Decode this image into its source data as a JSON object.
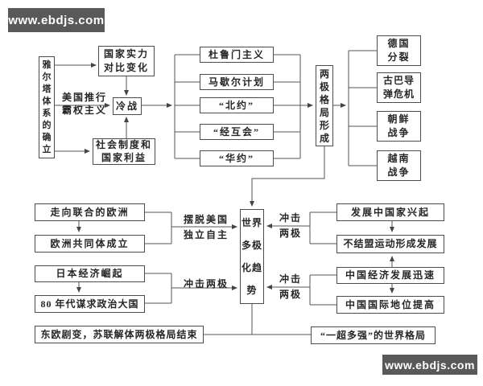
{
  "watermark": {
    "text": "www.ebdjs.com",
    "bg": "#595959",
    "fg": "#ffffff"
  },
  "colors": {
    "line": "#555555",
    "box_border": "#4b4b4b",
    "text": "#262626",
    "background": "#ffffff"
  },
  "top_flow": {
    "yalta": "雅\n尔\n塔\n体\n系\n的\n确\n立",
    "strength": "国家实力\n对比变化",
    "hegemony_label": "美国推行\n霸权主义",
    "cold_war": "冷战",
    "system_interest": "社会制度和\n国家利益",
    "measures": [
      "杜鲁门主义",
      "马歇尔计划",
      "“北约”",
      "“经互会”",
      "“华约”"
    ],
    "bipolar": "两\n极\n格\n局\n形\n成",
    "events": [
      "德国\n分裂",
      "古巴导\n弹危机",
      "朝鲜\n战争",
      "越南\n战争"
    ]
  },
  "bottom_flow": {
    "europe_union": "走向联合的欧洲",
    "ec_established": "欧洲共同体成立",
    "label_independent": "摆脱美国\n独立自主",
    "japan_rise": "日本经济崛起",
    "japan_political": "80 年代谋求政治大国",
    "label_impact_left": "冲击两极",
    "multipolar": "世界\n多极\n化趋\n势",
    "label_impact_right_top": "冲击\n两极",
    "label_impact_right_bottom": "冲击\n两极",
    "developing": "发展中国家兴起",
    "nonaligned": "不结盟运动形成发展",
    "china_economy": "中国经济发展迅速",
    "china_status": "中国国际地位提高",
    "soviet_end": "东欧剧变，苏联解体两极格局结束",
    "one_super": "“一超多强”的世界格局"
  }
}
